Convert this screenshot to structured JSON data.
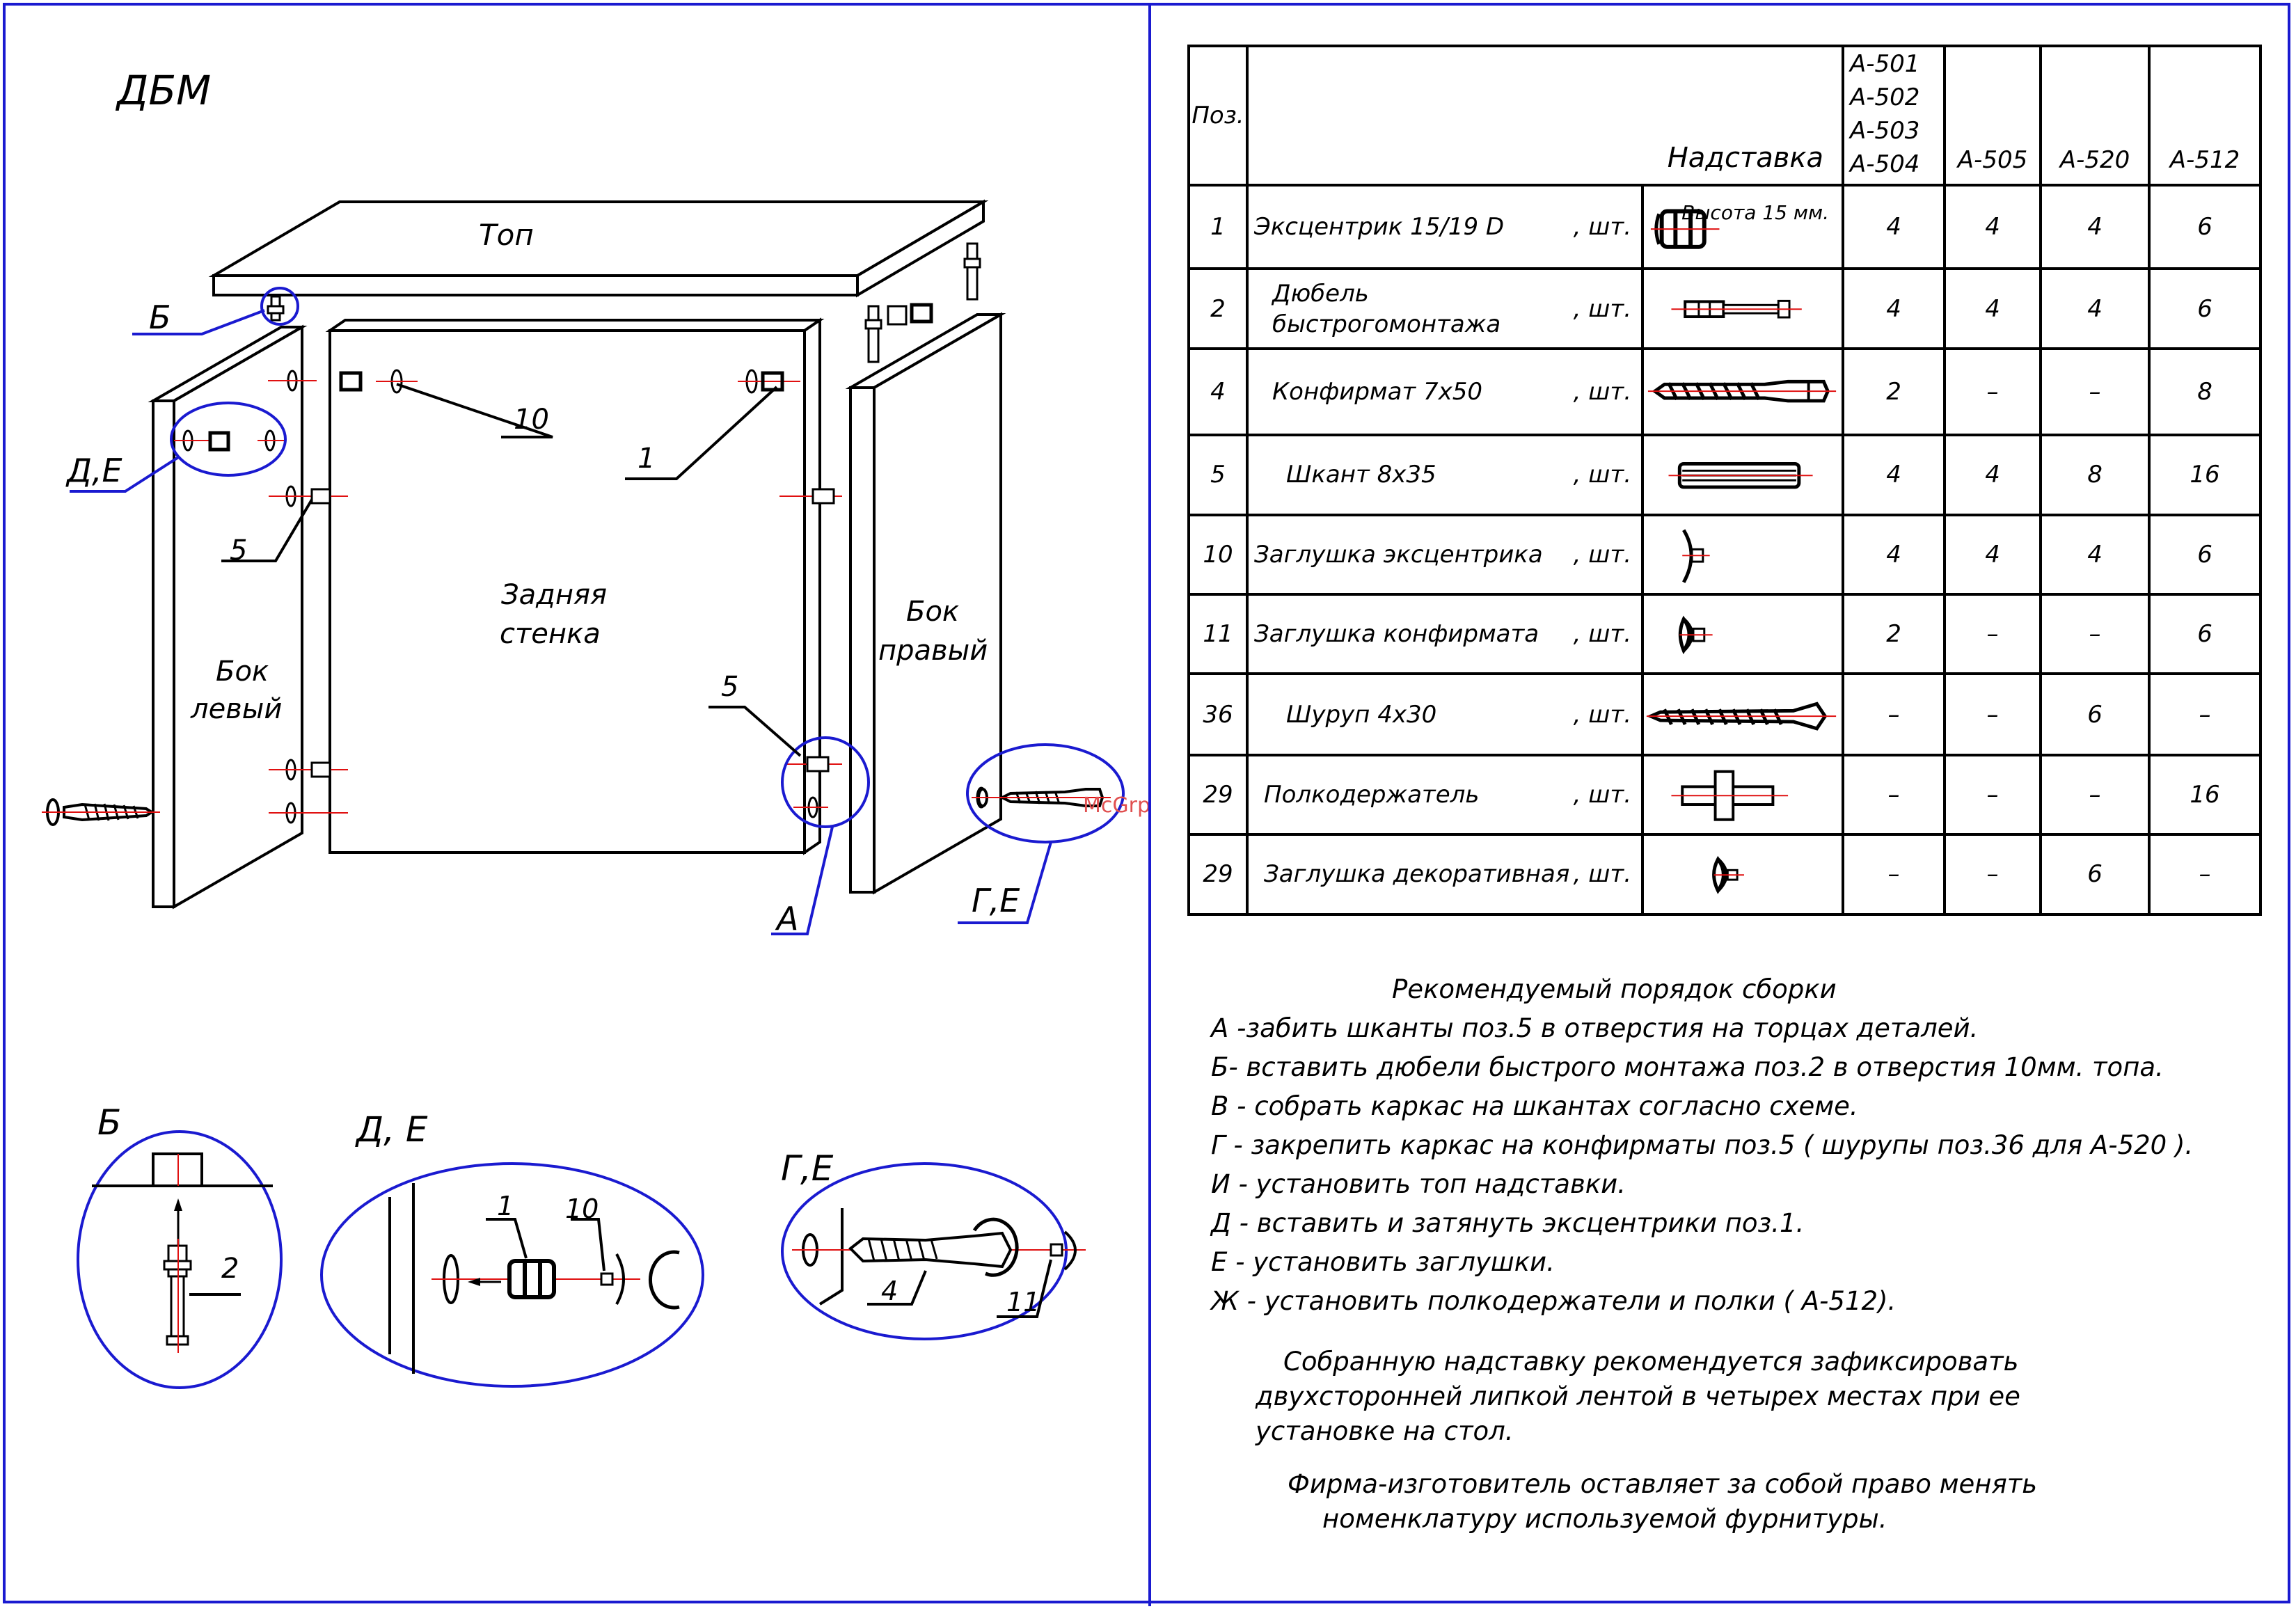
{
  "drawing": {
    "title": "ДБМ",
    "parts": {
      "top": "Топ",
      "back_wall": [
        "Задняя",
        "стенка"
      ],
      "side_left": [
        "Бок",
        "левый"
      ],
      "side_right": [
        "Бок",
        "правый"
      ]
    },
    "callouts": {
      "b": "Б",
      "de": "Д,Е",
      "a": "А",
      "ge": "Г,Е",
      "n10": "10",
      "n1": "1",
      "n5a": "5",
      "n5b": "5"
    },
    "details": {
      "b": {
        "title": "Б",
        "num": "2"
      },
      "de": {
        "title": "Д, Е",
        "num1": "1",
        "num10": "10"
      },
      "ge": {
        "title": "Г,Е",
        "num4": "4",
        "num11": "11"
      }
    },
    "watermark": "McGrp.Ru"
  },
  "table": {
    "headers": {
      "pos": "Поз.",
      "name": "Надставка",
      "models_1": [
        "А-501",
        "А-502",
        "А-503",
        "А-504"
      ],
      "m505": "А-505",
      "m520": "А-520",
      "m512": "А-512"
    },
    "rows": [
      {
        "pos": "1",
        "name": "Эксцентрик 15/19 D",
        "unit": ", шт.",
        "icon": "eccentric-icon",
        "note": [
          "Высота",
          "15 мм."
        ],
        "v1": "4",
        "v505": "4",
        "v520": "4",
        "v512": "6"
      },
      {
        "pos": "2",
        "name": [
          "Дюбель быстрого",
          "монтажа"
        ],
        "unit": ", шт.",
        "icon": "dowel-icon",
        "v1": "4",
        "v505": "4",
        "v520": "4",
        "v512": "6"
      },
      {
        "pos": "4",
        "name": "Конфирмат 7х50",
        "unit": ", шт.",
        "icon": "confirmat-icon",
        "v1": "2",
        "v505": "–",
        "v520": "–",
        "v512": "8"
      },
      {
        "pos": "5",
        "name": "Шкант 8х35",
        "unit": ", шт.",
        "icon": "wood-dowel-icon",
        "v1": "4",
        "v505": "4",
        "v520": "8",
        "v512": "16"
      },
      {
        "pos": "10",
        "name": "Заглушка эксцентрика",
        "unit": ", шт.",
        "icon": "eccentric-cap-icon",
        "v1": "4",
        "v505": "4",
        "v520": "4",
        "v512": "6"
      },
      {
        "pos": "11",
        "name": "Заглушка конфирмата",
        "unit": ", шт.",
        "icon": "confirmat-cap-icon",
        "v1": "2",
        "v505": "–",
        "v520": "–",
        "v512": "6"
      },
      {
        "pos": "36",
        "name": "Шуруп 4х30",
        "unit": ", шт.",
        "icon": "screw-icon",
        "v1": "–",
        "v505": "–",
        "v520": "6",
        "v512": "–"
      },
      {
        "pos": "29",
        "name": "Полкодержатель",
        "unit": ", шт.",
        "icon": "shelf-support-icon",
        "v1": "–",
        "v505": "–",
        "v520": "–",
        "v512": "16"
      },
      {
        "pos": "29",
        "name": "Заглушка декоративная",
        "unit": ", шт.",
        "icon": "decor-cap-icon",
        "v1": "–",
        "v505": "–",
        "v520": "6",
        "v512": "–"
      }
    ]
  },
  "notes": {
    "title": "Рекомендуемый порядок сборки",
    "steps": [
      "А -забить шканты поз.5 в отверстия на торцах деталей.",
      "Б- вставить дюбели быстрого монтажа поз.2 в отверстия 10мм. топа.",
      "В - собрать каркас на шкантах согласно схеме.",
      "Г - закрепить каркас на конфирматы поз.5 ( шурупы поз.36 для А-520 ).",
      "И - установить топ надставки.",
      "Д - вставить и затянуть эксцентрики поз.1.",
      "Е - установить заглушки.",
      "Ж - установить полкодержатели и полки ( А-512)."
    ],
    "para1": [
      "Собранную надставку рекомендуется зафиксировать",
      "двухсторонней липкой лентой в четырех местах при ее",
      "установке на стол."
    ],
    "para2": [
      "Фирма-изготовитель оставляет за собой право менять",
      "номенклатуру используемой фурнитуры."
    ]
  },
  "colors": {
    "frame": "#1a1ad0",
    "hole": "#e01010",
    "watermark": "#e05050"
  }
}
